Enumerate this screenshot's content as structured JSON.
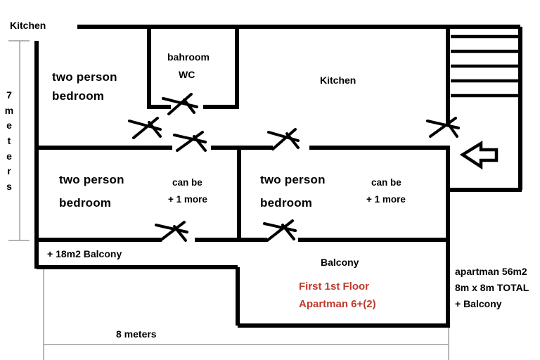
{
  "plan": {
    "title_top_left": "Kitchen",
    "rooms": [
      {
        "key": "bedroom_top_left",
        "line1": "two person",
        "line2": "bedroom"
      },
      {
        "key": "bathroom",
        "line1": "bahroom",
        "line2": "WC"
      },
      {
        "key": "kitchen_main",
        "line1": "Kitchen",
        "line2": ""
      },
      {
        "key": "bedroom_bottom_left",
        "line1": "two person",
        "line2": "bedroom"
      },
      {
        "key": "bedroom_bottom_right",
        "line1": "two person",
        "line2": "bedroom"
      }
    ],
    "notes": [
      {
        "key": "can_be_left",
        "line1": "can be",
        "line2": "+ 1 more"
      },
      {
        "key": "can_be_right",
        "line1": "can be",
        "line2": "+ 1 more"
      }
    ],
    "balcony_left_label": "+ 18m2   Balcony",
    "balcony_right_label": "Balcony",
    "red_caption": {
      "line1": "First 1st Floor",
      "line2": "Apartman 6+(2)",
      "color": "#c0392b"
    },
    "summary": {
      "line1": "apartman 56m2",
      "line2": "8m x 8m TOTAL",
      "line3": "+ Balcony"
    },
    "dimensions": {
      "vertical_label": "7 meters",
      "vertical_chars": [
        "7",
        "m",
        "e",
        "t",
        "e",
        "r",
        "s"
      ],
      "horizontal_label": "8 meters"
    },
    "icons": {
      "entrance_arrow": "arrow-left-icon",
      "stairs": "stairs-icon",
      "door_swing": "door-swing-icon"
    },
    "colors": {
      "wall": "#000000",
      "dimension_line": "#9a9a9a",
      "background": "#ffffff",
      "accent_red": "#c0392b"
    }
  }
}
